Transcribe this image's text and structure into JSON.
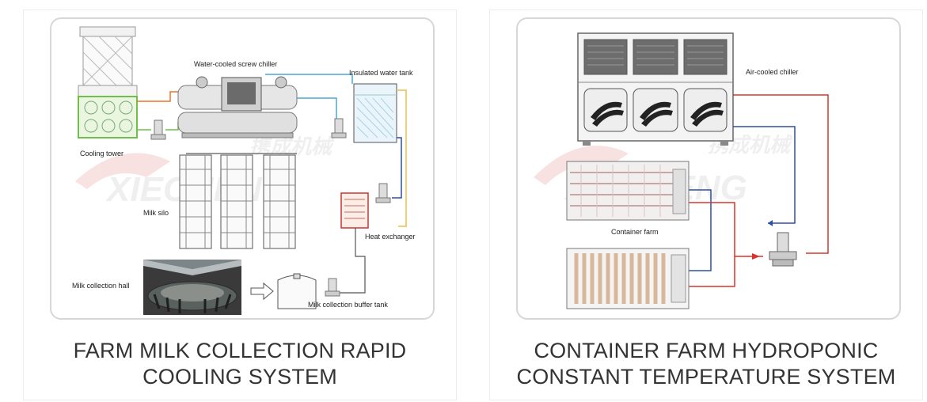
{
  "watermark": {
    "brand": "XIECHENG",
    "cn": "携成机械"
  },
  "left": {
    "labels": {
      "chiller": "Water-cooled screw chiller",
      "tank": "Insulated water tank",
      "tower": "Cooling tower",
      "silo": "Milk silo",
      "exchanger": "Heat exchanger",
      "hall": "Milk collection hall",
      "buffer": "Milk collection buffer tank"
    },
    "caption": {
      "line1": "FARM MILK COLLECTION RAPID",
      "line2": "COOLING SYSTEM"
    }
  },
  "right": {
    "labels": {
      "chiller": "Air-cooled chiller",
      "farm": "Container farm"
    },
    "caption": {
      "line1": "CONTAINER FARM HYDROPONIC",
      "line2": "CONSTANT TEMPERATURE SYSTEM"
    }
  },
  "colors": {
    "hot": "#d8332d",
    "cold": "#2d4fa3",
    "supply": "#4aa7d8",
    "hot_water": "#e8752d",
    "green": "#6fbf4a",
    "yellow": "#e6c04a"
  }
}
